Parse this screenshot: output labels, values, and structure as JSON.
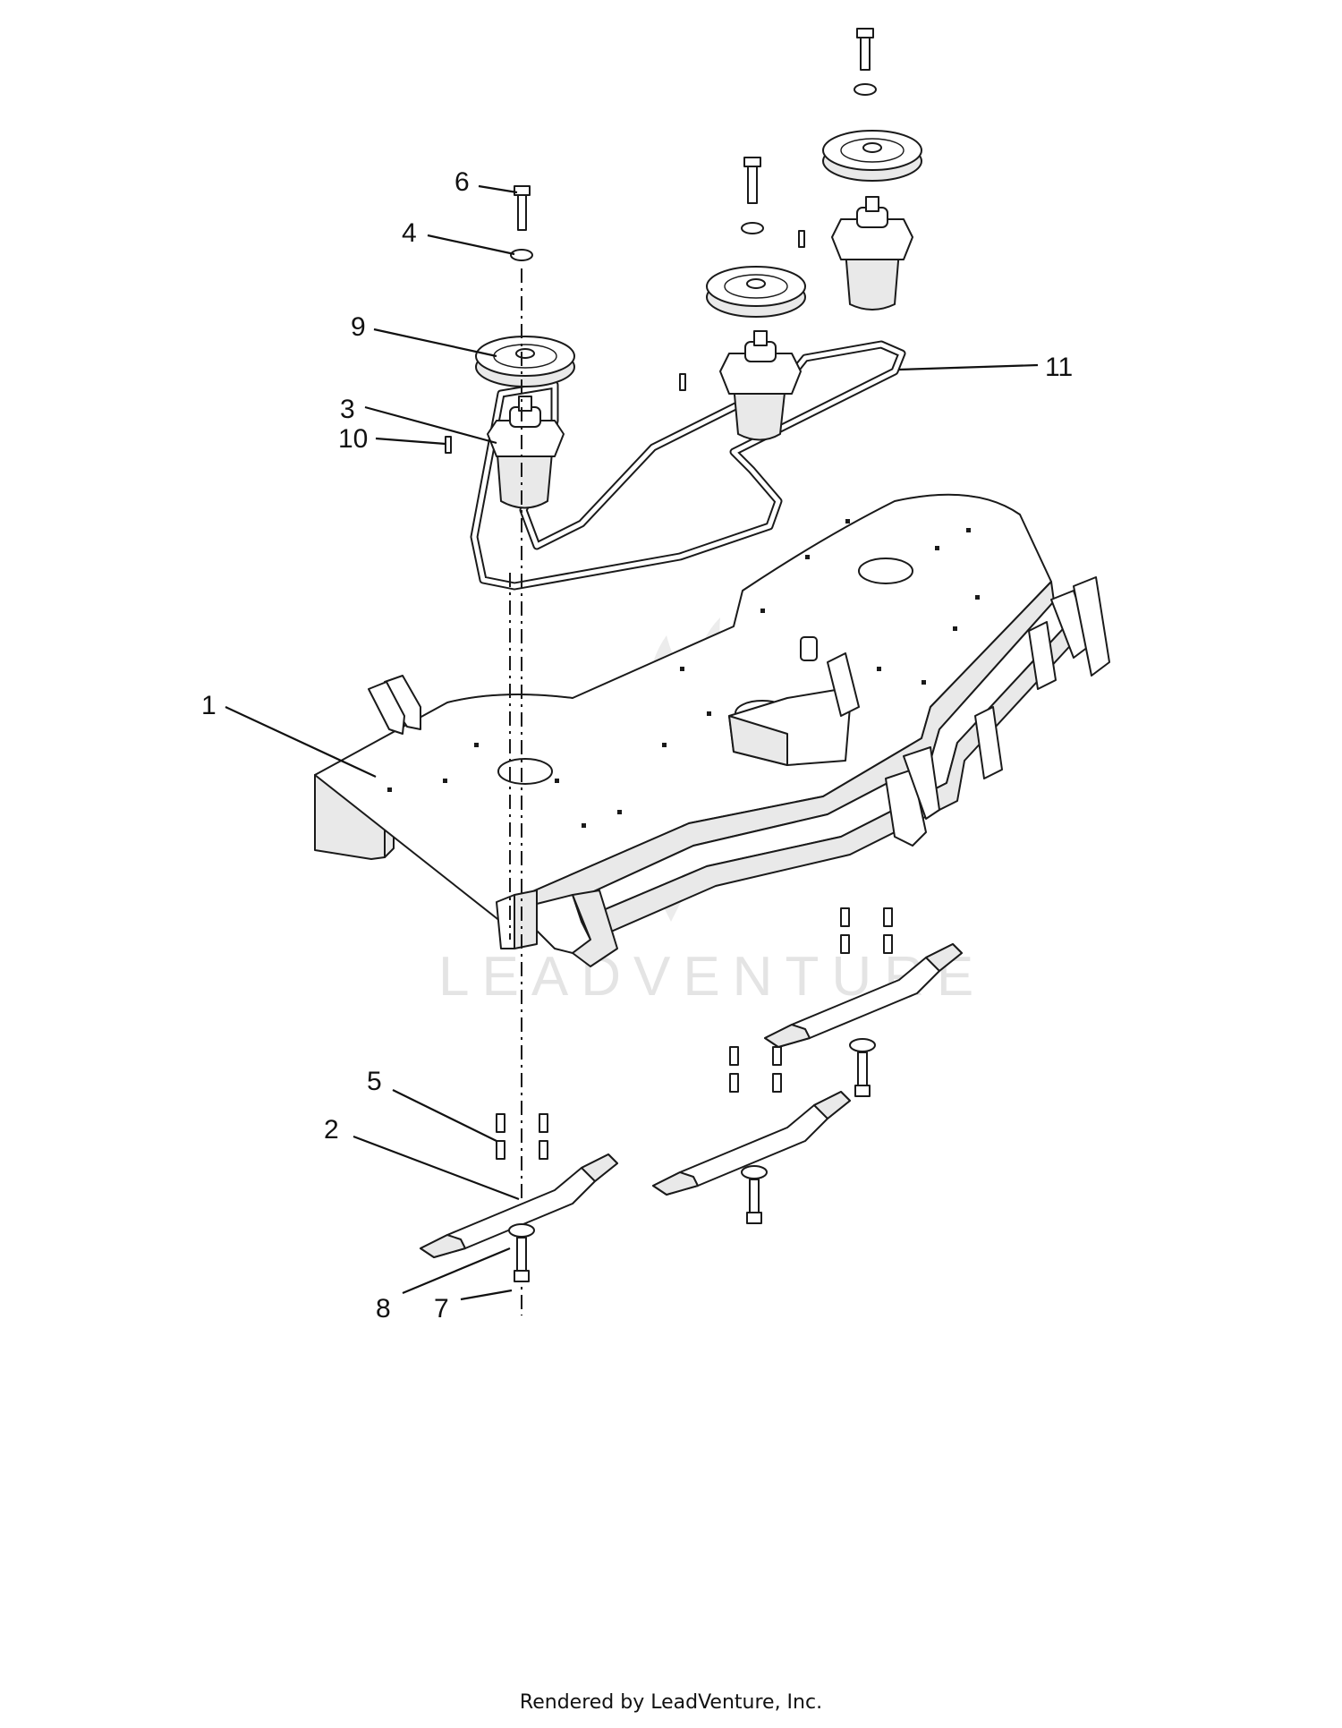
{
  "watermark": "LEADVENTURE",
  "callouts": [
    {
      "id": "1",
      "label": "1"
    },
    {
      "id": "2",
      "label": "2"
    },
    {
      "id": "3",
      "label": "3"
    },
    {
      "id": "4",
      "label": "4"
    },
    {
      "id": "5",
      "label": "5"
    },
    {
      "id": "6",
      "label": "6"
    },
    {
      "id": "7",
      "label": "7"
    },
    {
      "id": "8",
      "label": "8"
    },
    {
      "id": "9",
      "label": "9"
    },
    {
      "id": "10",
      "label": "10"
    },
    {
      "id": "11",
      "label": "11"
    }
  ],
  "footer": "Rendered by LeadVenture, Inc."
}
